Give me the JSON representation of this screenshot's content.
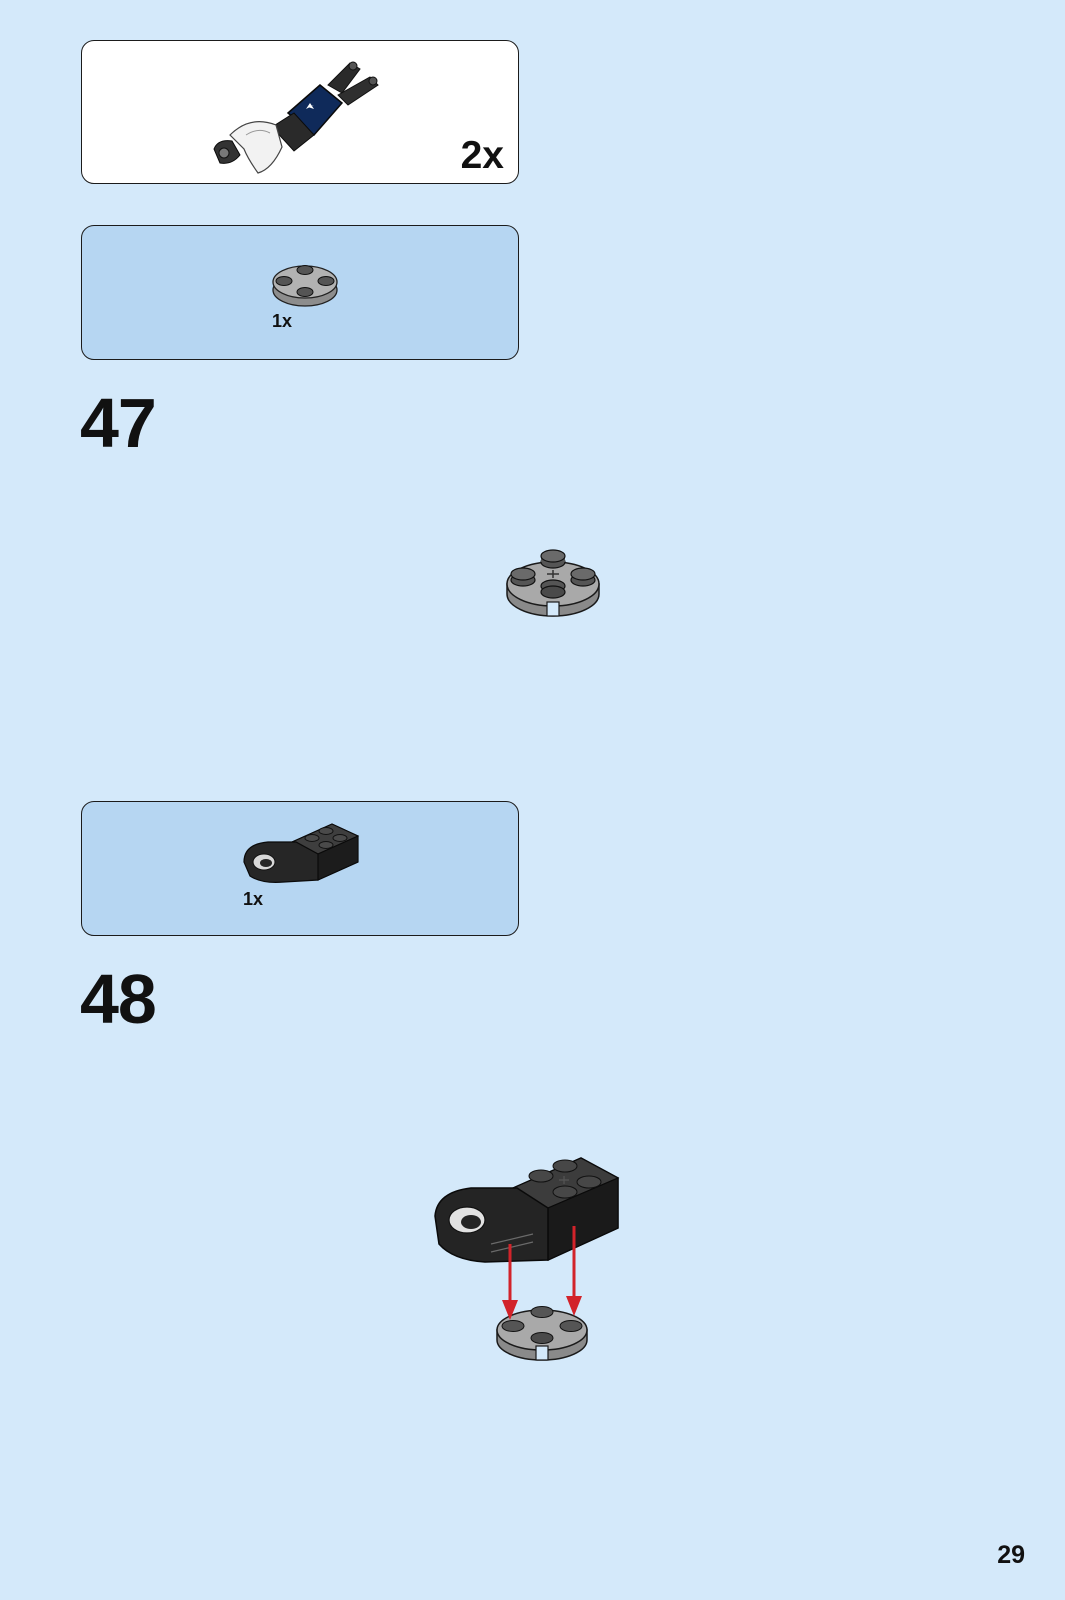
{
  "colors": {
    "page_background": "#d4e9fa",
    "parts_box_background": "#b6d6f2",
    "subassembly_box_background": "#ffffff",
    "arrow": "#d2232a",
    "black_brick": "#232323",
    "gray_plate": "#a7a7a7",
    "dark_blue_tile": "#0f2a5a"
  },
  "subassembly_callout": {
    "multiplier": "2x",
    "icon": "completed-arm-assembly-icon"
  },
  "steps": [
    {
      "number": "47",
      "parts": [
        {
          "icon": "round-plate-2x2-gray-icon",
          "quantity": "1x"
        }
      ],
      "model_icon": "round-plate-2x2-gray-icon"
    },
    {
      "number": "48",
      "parts": [
        {
          "icon": "black-brick-with-clip-icon",
          "quantity": "1x"
        }
      ],
      "model_icon": "brick-onto-plate-assembly-icon",
      "arrows": 2
    }
  ],
  "page": {
    "number": "29"
  }
}
